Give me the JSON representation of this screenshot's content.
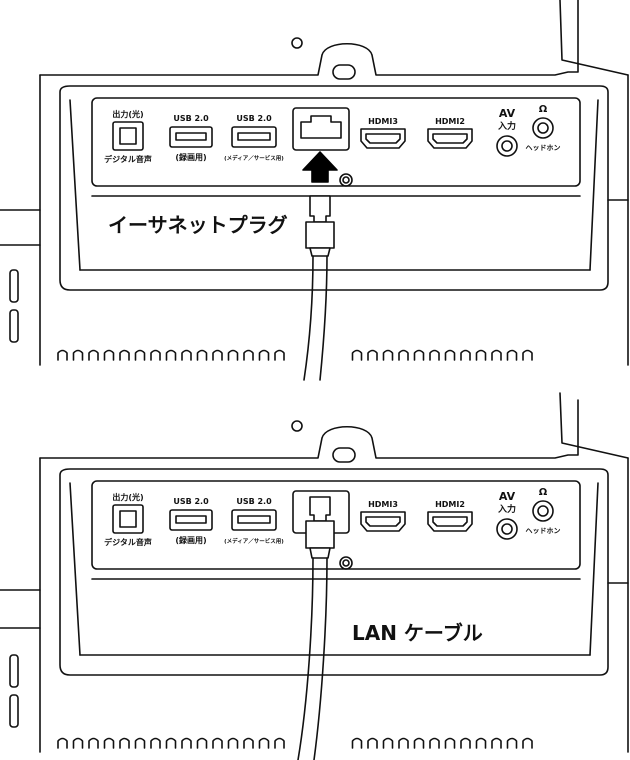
{
  "panel_top": {
    "ports": {
      "optical_label_top": "出力(光)",
      "optical_label_bottom": "デジタル音声",
      "usb1_label": "USB 2.0",
      "usb1_sublabel": "(録画用)",
      "usb2_label": "USB 2.0",
      "usb2_sublabel": "(メディア／サービス用)",
      "hdmi3_label": "HDMI3",
      "hdmi2_label": "HDMI2",
      "av_label_top": "AV",
      "av_label_bottom": "入力",
      "headphone_symbol": "Ω",
      "headphone_label": "ヘッドホン"
    },
    "callout": "イーサネットプラグ"
  },
  "panel_bottom": {
    "ports": {
      "optical_label_top": "出力(光)",
      "optical_label_bottom": "デジタル音声",
      "usb1_label": "USB 2.0",
      "usb1_sublabel": "(録画用)",
      "usb2_label": "USB 2.0",
      "usb2_sublabel": "(メディア／サービス用)",
      "hdmi3_label": "HDMI3",
      "hdmi2_label": "HDMI2",
      "av_label_top": "AV",
      "av_label_bottom": "入力",
      "headphone_symbol": "Ω",
      "headphone_label": "ヘッドホン"
    },
    "callout": "LAN ケーブル"
  },
  "colors": {
    "line": "#111111",
    "arrow": "#000000",
    "background": "#ffffff"
  }
}
